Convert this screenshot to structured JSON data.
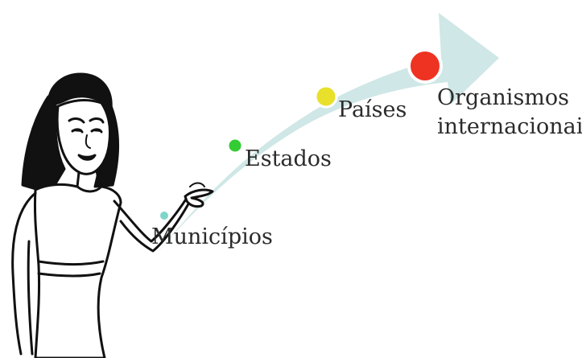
{
  "diagram": {
    "colors": {
      "arrow": "#cfe7e6",
      "outline": "#111111",
      "skin": "#ffffff",
      "hair": "#111111"
    },
    "levels": [
      {
        "label": "Municípios",
        "dot_color": "#7fd6c8"
      },
      {
        "label": "Estados",
        "dot_color": "#33cc33"
      },
      {
        "label": "Países",
        "dot_color": "#e8e02a"
      },
      {
        "label_line1": "Organismos",
        "label_line2": "internacionais",
        "dot_color": "#ee3322"
      }
    ]
  }
}
